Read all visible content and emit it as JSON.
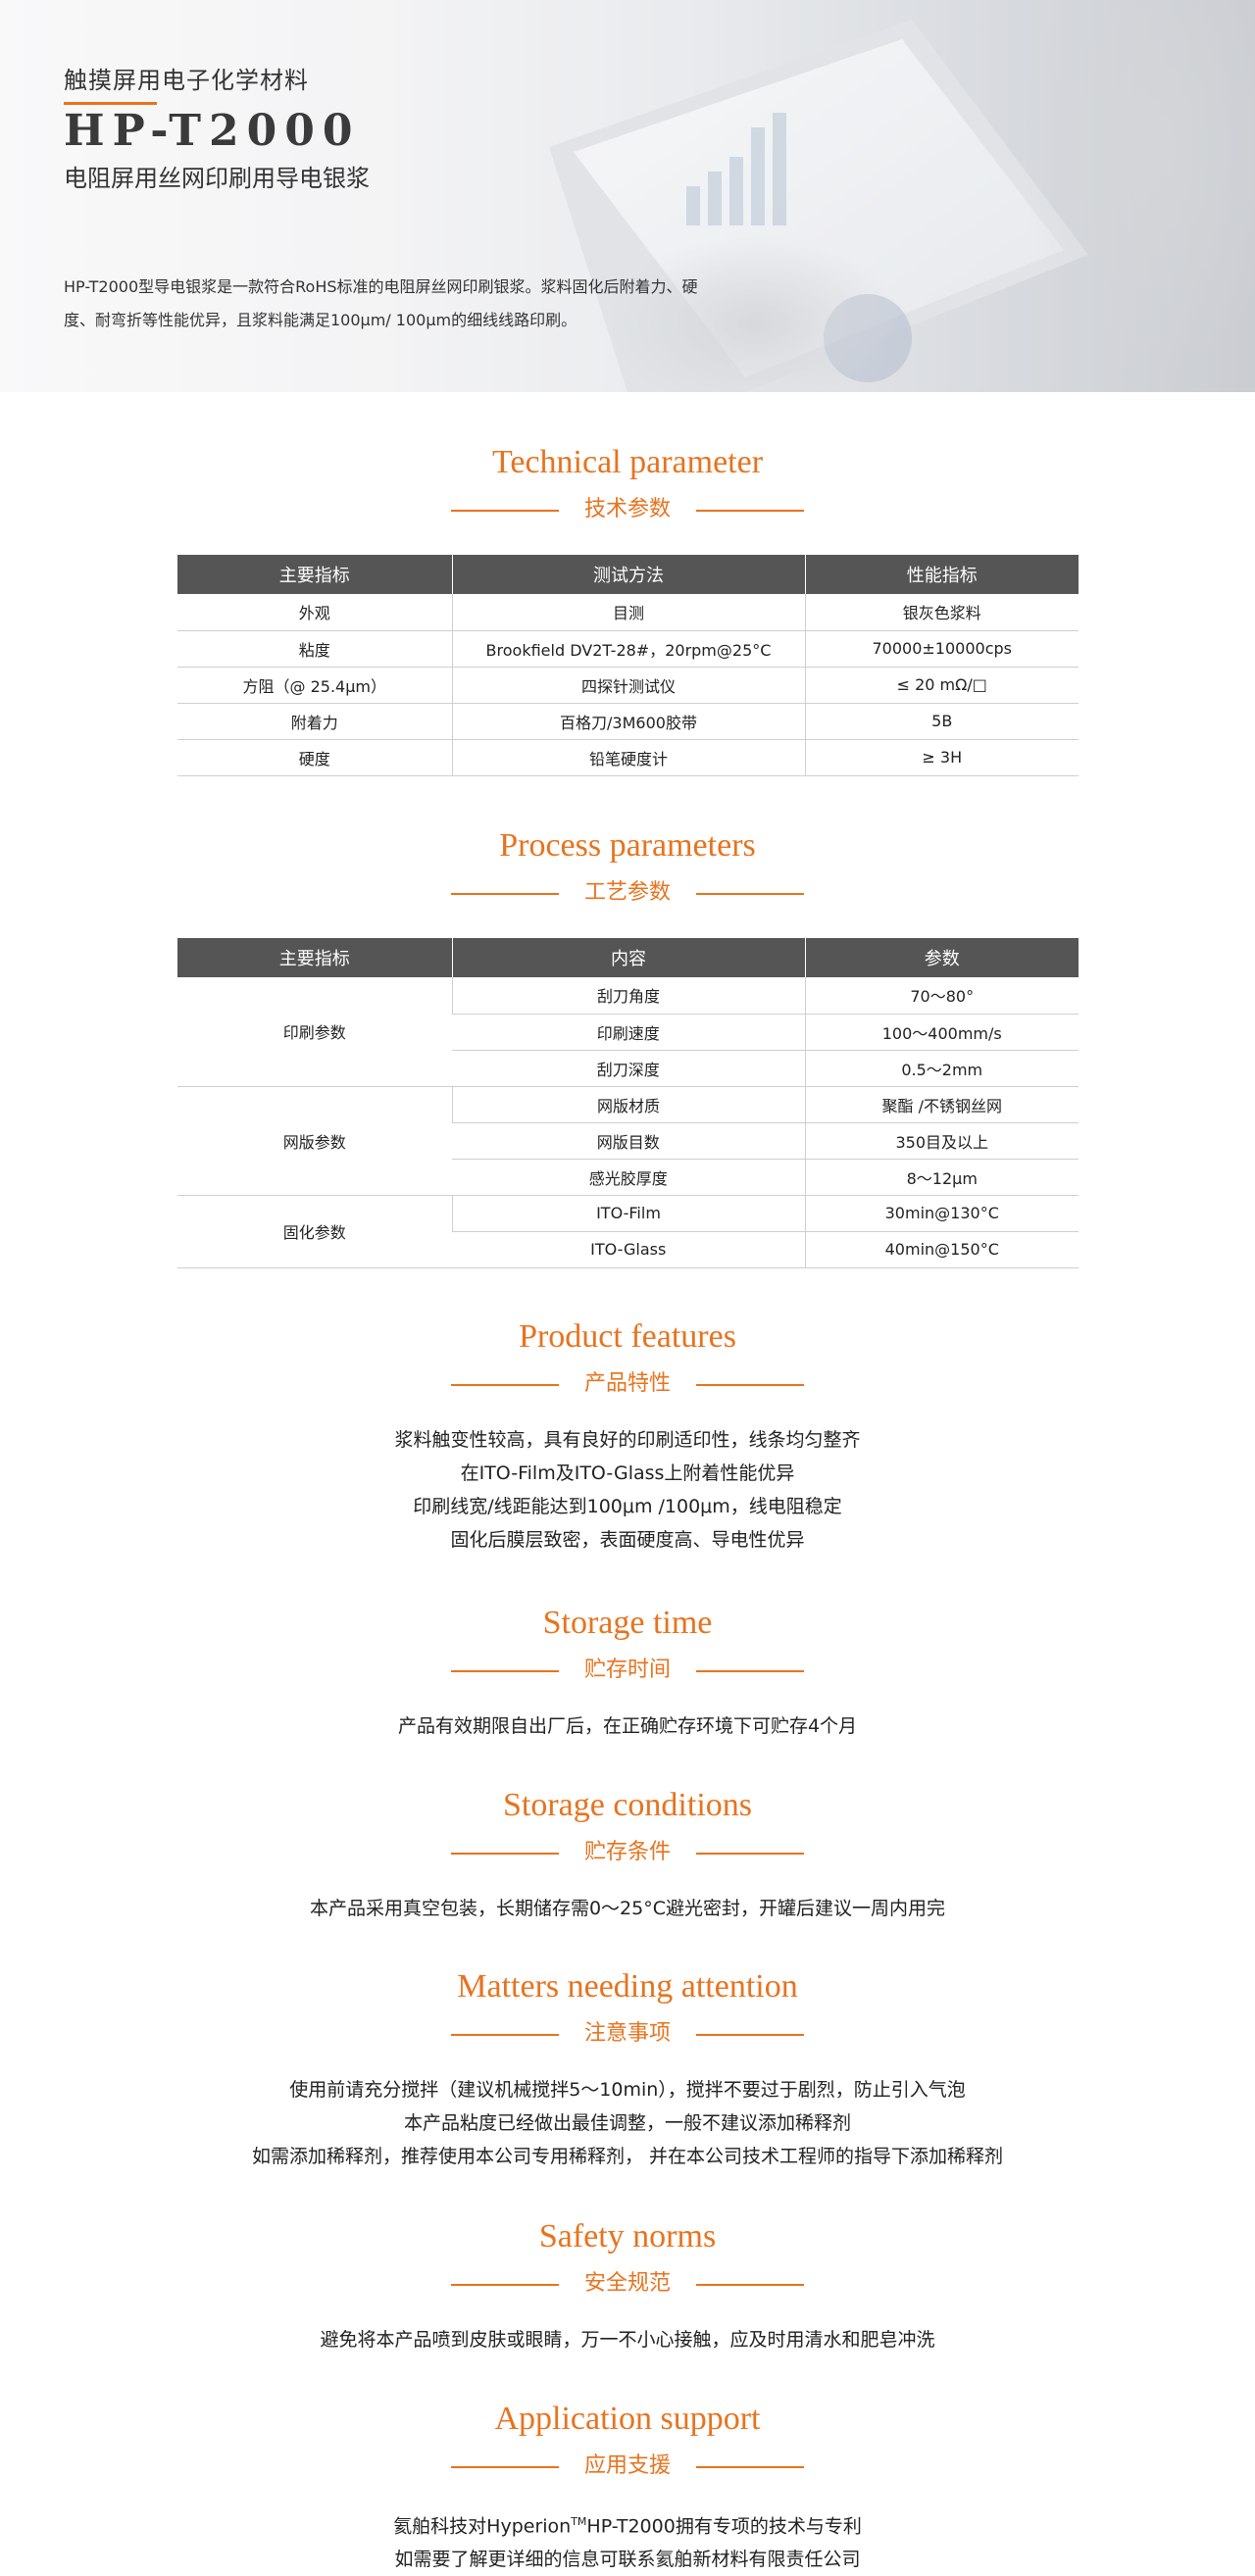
{
  "hero": {
    "category": "触摸屏用电子化学材料",
    "model": "HP-T2000",
    "subtitle": "电阻屏用丝网印刷用导电银浆",
    "desc_line1": "HP-T2000型导电银浆是一款符合RoHS标准的电阻屏丝网印刷银浆。浆料固化后附着力、硬",
    "desc_line2": "度、耐弯折等性能优异，且浆料能满足100μm/ 100μm的细线线路印刷。"
  },
  "tech": {
    "title_en": "Technical parameter",
    "title_cn": "技术参数",
    "headers": [
      "主要指标",
      "测试方法",
      "性能指标"
    ],
    "rows": [
      [
        "外观",
        "目测",
        "银灰色浆料"
      ],
      [
        "粘度",
        "Brookfield DV2T-28#，20rpm@25°C",
        "70000±10000cps"
      ],
      [
        "方阻（@ 25.4μm）",
        "四探针测试仪",
        "≤ 20 mΩ/□"
      ],
      [
        "附着力",
        "百格刀/3M600胶带",
        "5B"
      ],
      [
        "硬度",
        "铅笔硬度计",
        "≥ 3H"
      ]
    ]
  },
  "process": {
    "title_en": "Process parameters",
    "title_cn": "工艺参数",
    "headers": [
      "主要指标",
      "内容",
      "参数"
    ],
    "groups": [
      {
        "name": "印刷参数",
        "rows": [
          [
            "刮刀角度",
            "70～80°"
          ],
          [
            "印刷速度",
            "100～400mm/s"
          ],
          [
            "刮刀深度",
            "0.5～2mm"
          ]
        ]
      },
      {
        "name": "网版参数",
        "rows": [
          [
            "网版材质",
            "聚酯 /不锈钢丝网"
          ],
          [
            "网版目数",
            "350目及以上"
          ],
          [
            "感光胶厚度",
            "8～12μm"
          ]
        ]
      },
      {
        "name": "固化参数",
        "rows": [
          [
            "ITO-Film",
            "30min@130°C"
          ],
          [
            "ITO-Glass",
            "40min@150°C"
          ]
        ]
      }
    ]
  },
  "features": {
    "title_en": "Product features",
    "title_cn": "产品特性",
    "lines": [
      "浆料触变性较高，具有良好的印刷适印性，线条均匀整齐",
      "在ITO-Film及ITO-Glass上附着性能优异",
      "印刷线宽/线距能达到100μm /100μm，线电阻稳定",
      "固化后膜层致密，表面硬度高、导电性优异"
    ]
  },
  "storage_time": {
    "title_en": "Storage time",
    "title_cn": "贮存时间",
    "lines": [
      "产品有效期限自出厂后，在正确贮存环境下可贮存4个月"
    ]
  },
  "storage_cond": {
    "title_en": "Storage conditions",
    "title_cn": "贮存条件",
    "lines": [
      "本产品采用真空包装，长期储存需0～25°C避光密封，开罐后建议一周内用完"
    ]
  },
  "attention": {
    "title_en": "Matters needing attention",
    "title_cn": "注意事项",
    "lines": [
      "使用前请充分搅拌（建议机械搅拌5～10min），搅拌不要过于剧烈，防止引入气泡",
      "本产品粘度已经做出最佳调整，一般不建议添加稀释剂",
      "如需添加稀释剂，推荐使用本公司专用稀释剂，   并在本公司技术工程师的指导下添加稀释剂"
    ]
  },
  "safety": {
    "title_en": "Safety norms",
    "title_cn": "安全规范",
    "lines": [
      "避免将本产品喷到皮肤或眼睛，万一不小心接触，应及时用清水和肥皂冲洗"
    ]
  },
  "support": {
    "title_en": "Application support",
    "title_cn": "应用支援",
    "line1_a": "氦舶科技对Hyperion",
    "line1_tm": "TM",
    "line1_b": "HP-T2000拥有专项的技术与专利",
    "line2": "如需要了解更详细的信息可联系氦舶新材料有限责任公司"
  },
  "colors": {
    "accent": "#e8731e",
    "table_header": "#555555",
    "text": "#222222"
  }
}
